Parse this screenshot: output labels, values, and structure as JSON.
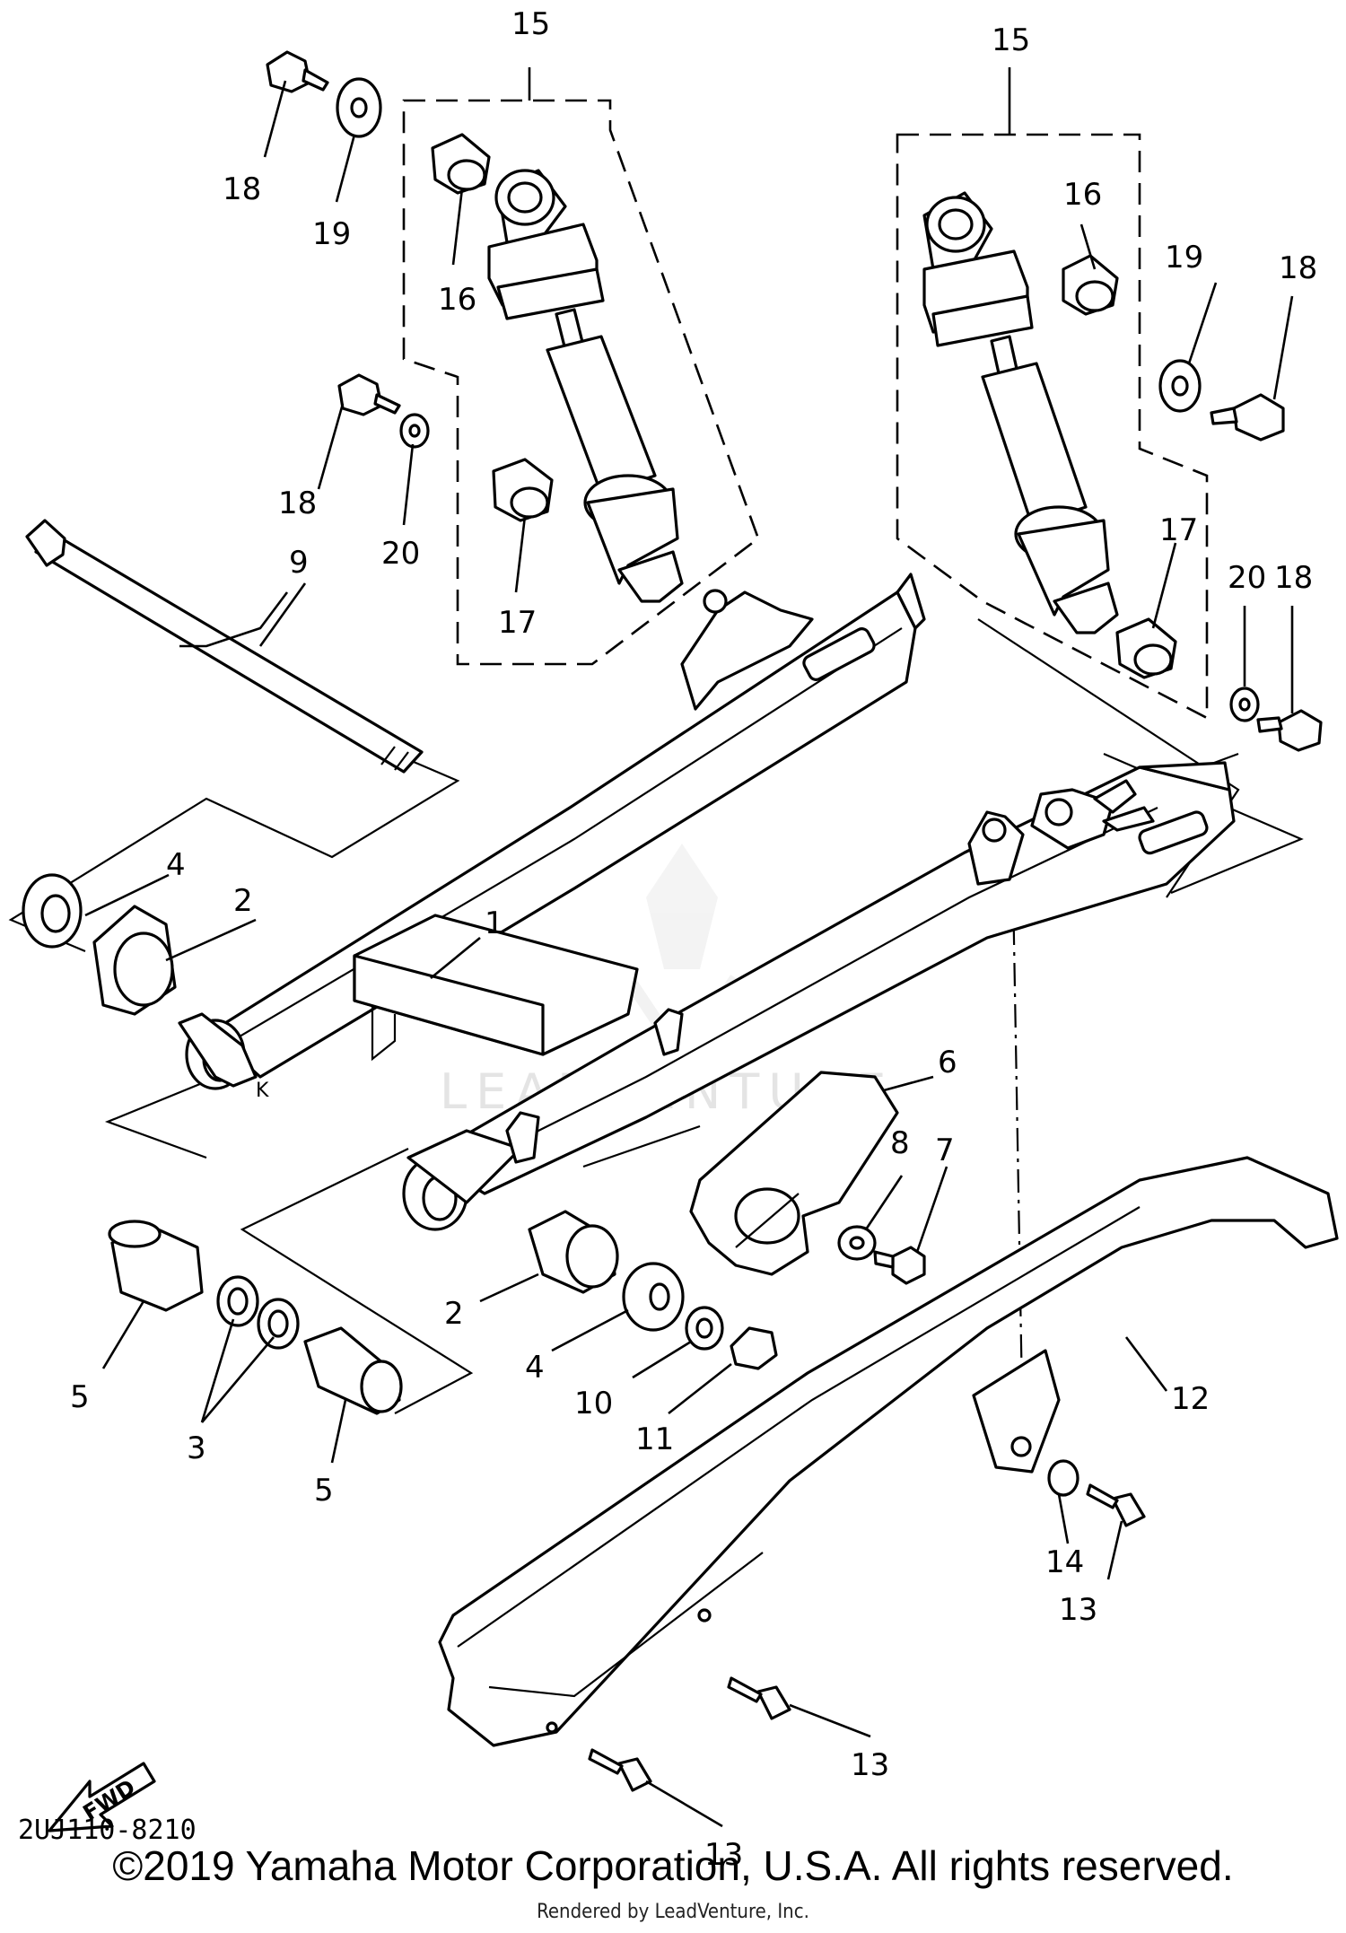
{
  "diagram_code": "2UJ110-8210",
  "copyright": "©2019 Yamaha Motor Corporation, U.S.A. All rights reserved.",
  "rendered_by": "Rendered by LeadVenture, Inc.",
  "watermark": "LEADVENTURE",
  "fwd_label": "FWD",
  "callouts": {
    "c1": "1",
    "c2a": "2",
    "c2b": "2",
    "c3": "3",
    "c4a": "4",
    "c4b": "4",
    "c5a": "5",
    "c5b": "5",
    "c6": "6",
    "c7": "7",
    "c8": "8",
    "c9": "9",
    "c10": "10",
    "c11": "11",
    "c12": "12",
    "c13a": "13",
    "c13b": "13",
    "c13c": "13",
    "c14": "14",
    "c15a": "15",
    "c15b": "15",
    "c16a": "16",
    "c16b": "16",
    "c17a": "17",
    "c17b": "17",
    "c18a": "18",
    "c18b": "18",
    "c18c": "18",
    "c18d": "18",
    "c19a": "19",
    "c19b": "19",
    "c20a": "20",
    "c20b": "20"
  }
}
